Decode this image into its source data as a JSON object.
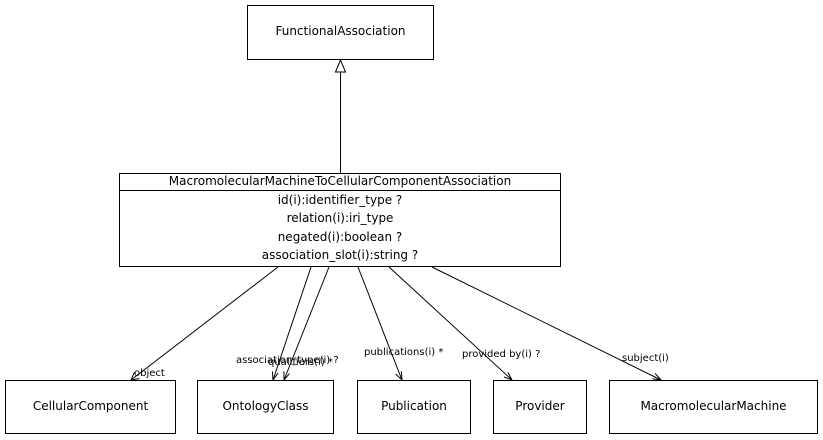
{
  "diagram": {
    "parent_class": "FunctionalAssociation",
    "main_class": {
      "name": "MacromolecularMachineToCellularComponentAssociation",
      "slots": [
        "id(i):identifier_type ?",
        "relation(i):iri_type",
        "negated(i):boolean ?",
        "association_slot(i):string ?"
      ]
    },
    "targets": {
      "cellular_component": "CellularComponent",
      "ontology_class": "OntologyClass",
      "publication": "Publication",
      "provider": "Provider",
      "macromolecular_machine": "MacromolecularMachine"
    },
    "edges": {
      "object": "object",
      "association_type": "association_type(i) ?",
      "qualifiers": "qualifiers(i) *",
      "publications": "publications(i) *",
      "provided_by": "provided by(i) ?",
      "subject": "subject(i)"
    }
  }
}
